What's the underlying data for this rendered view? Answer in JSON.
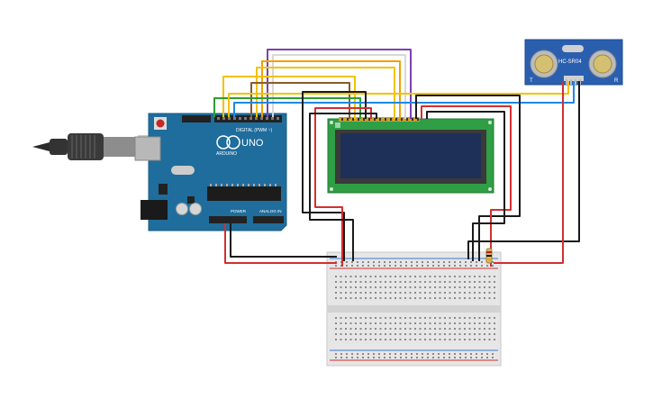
{
  "arduino": {
    "model_label": "UNO",
    "brand_label": "ARDUINO",
    "digital_header_label": "DIGITAL (PWM ~)",
    "power_header_label": "POWER",
    "analog_header_label": "ANALOG IN",
    "board_color": "#1f6d9c"
  },
  "ultrasonic_sensor": {
    "model_label": "HC-SR04",
    "left_mark": "T",
    "right_mark": "R",
    "board_color": "#2a5fb0"
  },
  "lcd": {
    "board_color": "#2f9e44",
    "screen_color": "#1e2f58"
  },
  "wire_colors": {
    "black": "#1a1a1a",
    "red": "#d32f2f",
    "yellow": "#f2c200",
    "orange": "#f0a000",
    "purple": "#7e3fb0",
    "blue": "#1e88e5",
    "green": "#2e9e2e",
    "white": "#d8d8d8",
    "brown": "#8a5a2b"
  },
  "icons": [
    "usb-cable-icon",
    "reset-button-icon",
    "potentiometer-icon"
  ]
}
